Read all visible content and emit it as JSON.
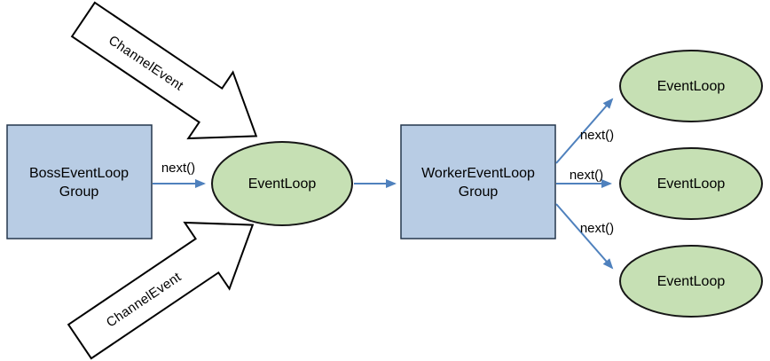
{
  "diagram": {
    "boss_group": {
      "line1": "BossEventLoop",
      "line2": "Group"
    },
    "boss_loop": {
      "label": "EventLoop"
    },
    "worker_group": {
      "line1": "WorkerEventLoop",
      "line2": "Group"
    },
    "worker_loops": [
      {
        "label": "EventLoop"
      },
      {
        "label": "EventLoop"
      },
      {
        "label": "EventLoop"
      }
    ],
    "channel_events": {
      "top": "ChannelEvent",
      "bottom": "ChannelEvent"
    },
    "next_calls": {
      "boss": "next()",
      "worker_top": "next()",
      "worker_middle": "next()",
      "worker_bottom": "next()"
    },
    "colors": {
      "group_fill": "#b8cce4",
      "group_border": "#24364d",
      "loop_fill": "#c6e0b4",
      "loop_border": "#161616",
      "connector": "#4f81bd",
      "block_arrow_fill": "#ffffff",
      "block_arrow_border": "#000000"
    }
  }
}
